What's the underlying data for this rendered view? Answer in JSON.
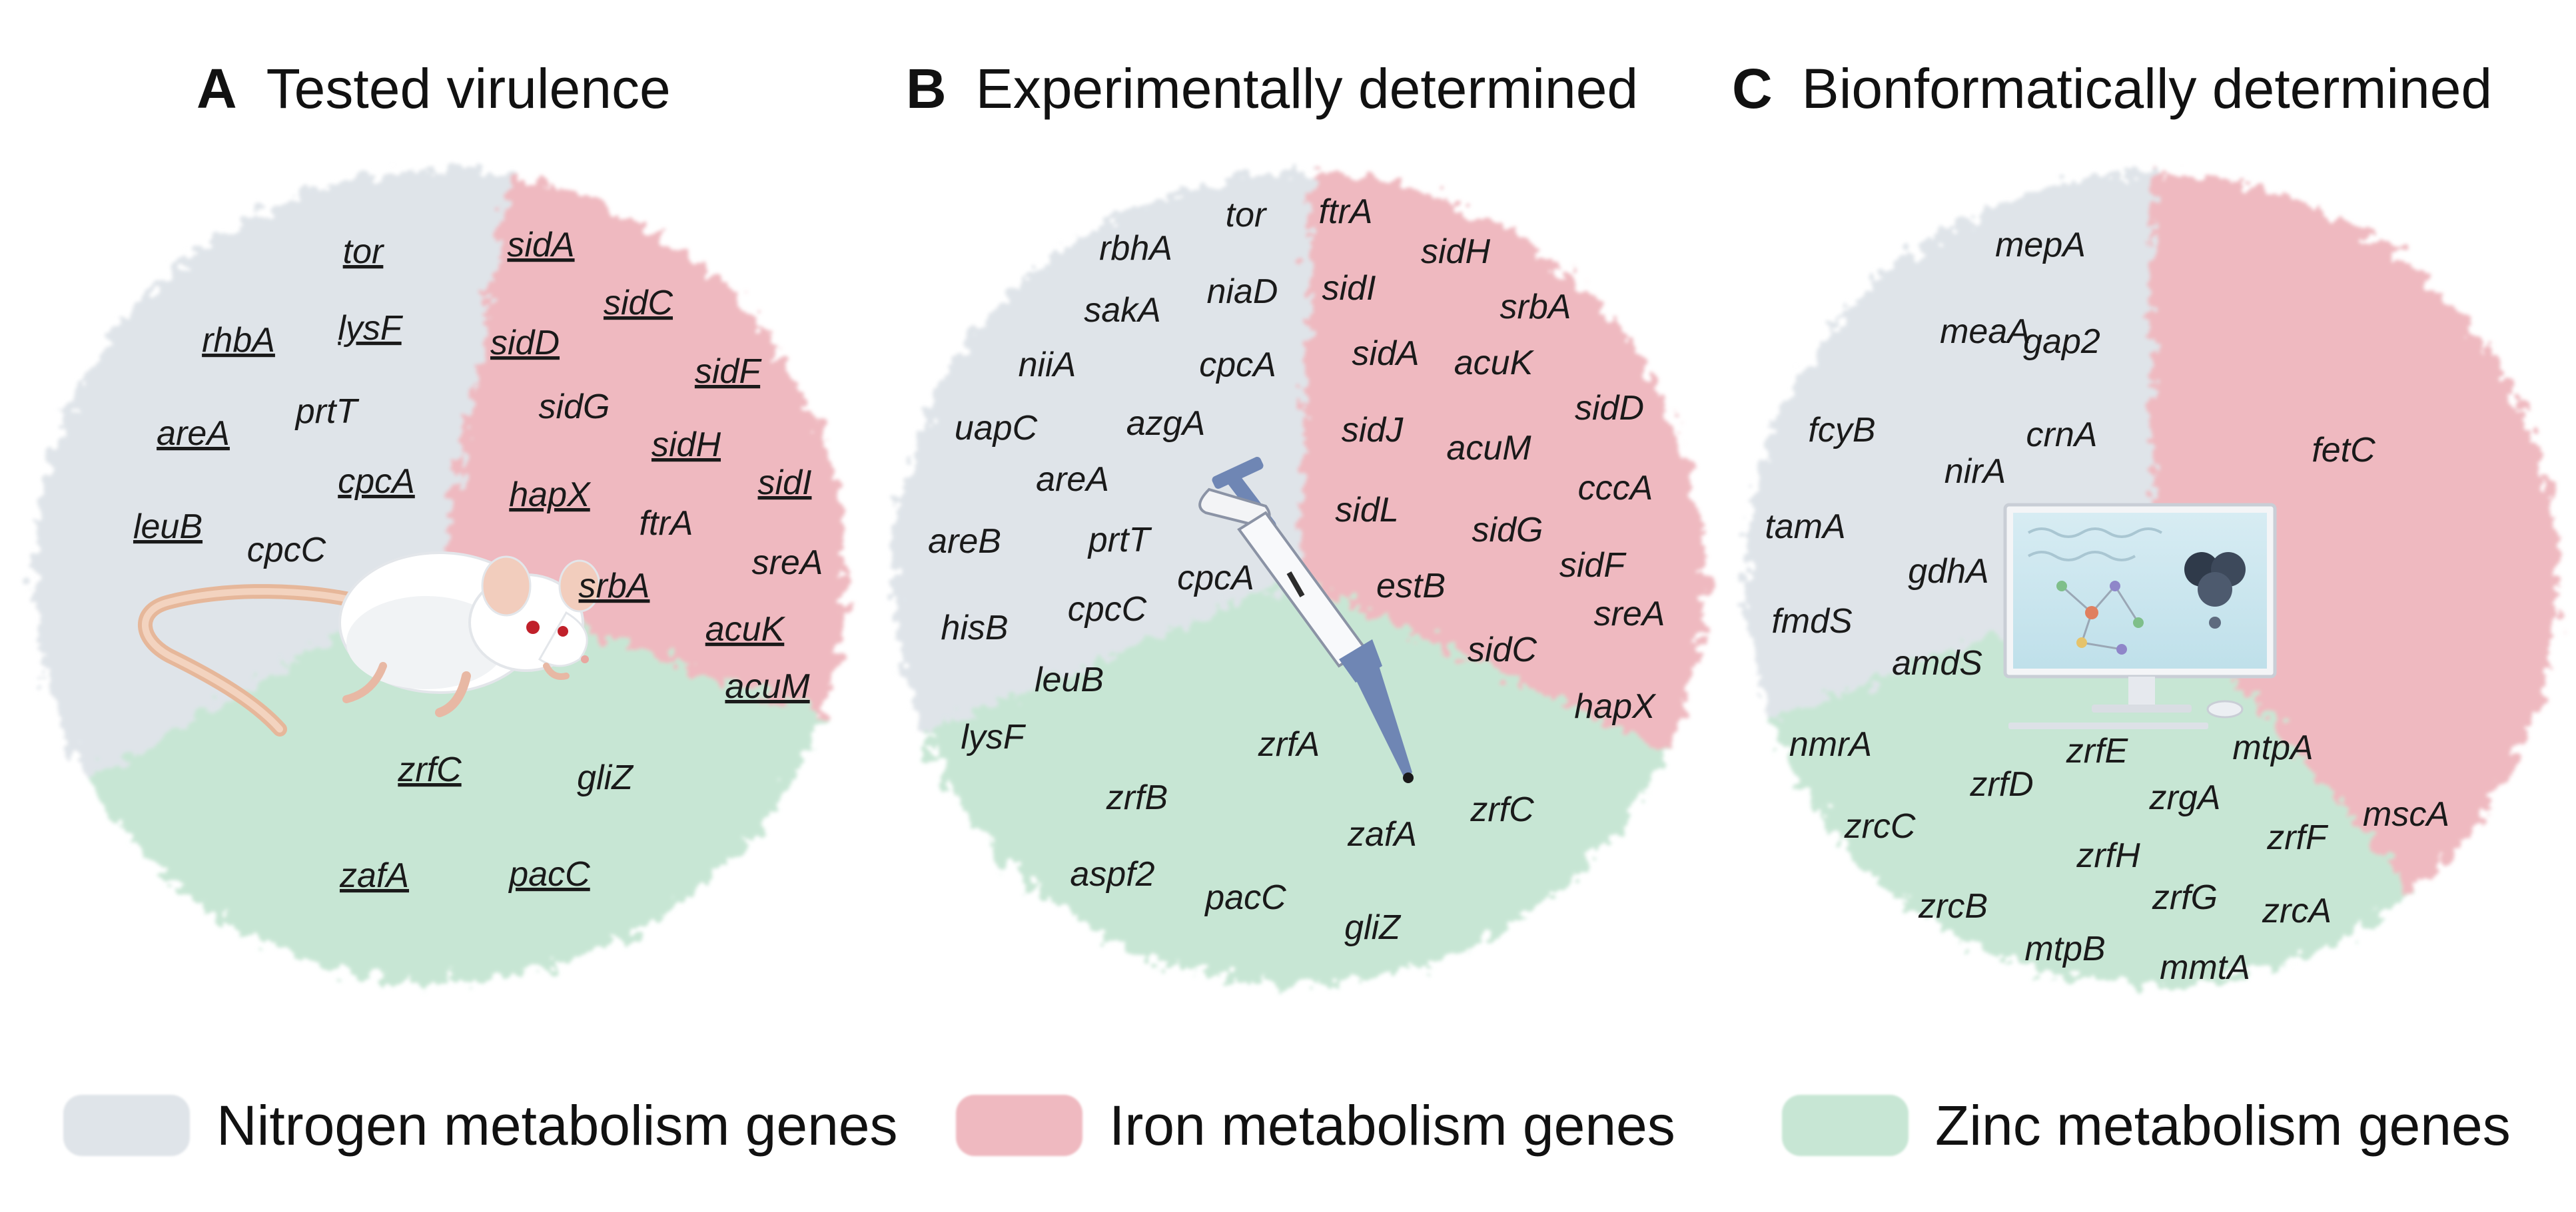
{
  "colors": {
    "nitrogen": "#dfe4e9",
    "iron": "#efb9c0",
    "zinc": "#c7e6d4",
    "text": "#1a1a1a"
  },
  "panels": [
    {
      "letter": "A",
      "title": "Tested virulence",
      "illustration": "mouse-icon",
      "genes": {
        "nitrogen": [
          {
            "name": "tor",
            "ul": true
          },
          {
            "name": "rhbA",
            "ul": true
          },
          {
            "name": "lysF",
            "ul": true
          },
          {
            "name": "prtT",
            "ul": false
          },
          {
            "name": "areA",
            "ul": true
          },
          {
            "name": "cpcA",
            "ul": true
          },
          {
            "name": "leuB",
            "ul": true
          },
          {
            "name": "cpcC",
            "ul": false
          }
        ],
        "iron": [
          {
            "name": "sidA",
            "ul": true
          },
          {
            "name": "sidC",
            "ul": true
          },
          {
            "name": "sidD",
            "ul": true
          },
          {
            "name": "sidF",
            "ul": true
          },
          {
            "name": "sidG",
            "ul": false
          },
          {
            "name": "sidH",
            "ul": true
          },
          {
            "name": "hapX",
            "ul": true
          },
          {
            "name": "sidI",
            "ul": true
          },
          {
            "name": "ftrA",
            "ul": false
          },
          {
            "name": "sreA",
            "ul": false
          },
          {
            "name": "srbA",
            "ul": true
          },
          {
            "name": "acuK",
            "ul": true
          },
          {
            "name": "acuM",
            "ul": true
          }
        ],
        "zinc": [
          {
            "name": "zrfC",
            "ul": true
          },
          {
            "name": "gliZ",
            "ul": false
          },
          {
            "name": "zafA",
            "ul": true
          },
          {
            "name": "pacC",
            "ul": true
          }
        ]
      }
    },
    {
      "letter": "B",
      "title": "Experimentally determined",
      "illustration": "pipette-icon",
      "genes": {
        "nitrogen": [
          {
            "name": "tor"
          },
          {
            "name": "rbhA"
          },
          {
            "name": "sakA"
          },
          {
            "name": "niaD"
          },
          {
            "name": "niiA"
          },
          {
            "name": "cpcA"
          },
          {
            "name": "uapC"
          },
          {
            "name": "azgA"
          },
          {
            "name": "areA"
          },
          {
            "name": "areB"
          },
          {
            "name": "prtT"
          },
          {
            "name": "cpcA"
          },
          {
            "name": "hisB"
          },
          {
            "name": "cpcC"
          },
          {
            "name": "leuB"
          },
          {
            "name": "lysF"
          }
        ],
        "iron": [
          {
            "name": "ftrA"
          },
          {
            "name": "sidH"
          },
          {
            "name": "sidI"
          },
          {
            "name": "srbA"
          },
          {
            "name": "sidA"
          },
          {
            "name": "acuK"
          },
          {
            "name": "sidD"
          },
          {
            "name": "sidJ"
          },
          {
            "name": "acuM"
          },
          {
            "name": "cccA"
          },
          {
            "name": "sidL"
          },
          {
            "name": "sidG"
          },
          {
            "name": "sidF"
          },
          {
            "name": "estB"
          },
          {
            "name": "sreA"
          },
          {
            "name": "sidC"
          },
          {
            "name": "hapX"
          }
        ],
        "zinc": [
          {
            "name": "zrfA"
          },
          {
            "name": "zrfB"
          },
          {
            "name": "zrfC"
          },
          {
            "name": "zafA"
          },
          {
            "name": "aspf2"
          },
          {
            "name": "pacC"
          },
          {
            "name": "gliZ"
          }
        ]
      }
    },
    {
      "letter": "C",
      "title": "Bionformatically determined",
      "illustration": "computer-icon",
      "genes": {
        "nitrogen": [
          {
            "name": "mepA"
          },
          {
            "name": "meaA"
          },
          {
            "name": "gap2"
          },
          {
            "name": "fcyB"
          },
          {
            "name": "crnA"
          },
          {
            "name": "nirA"
          },
          {
            "name": "tamA"
          },
          {
            "name": "gdhA"
          },
          {
            "name": "fmdS"
          },
          {
            "name": "amdS"
          },
          {
            "name": "nmrA"
          }
        ],
        "iron": [
          {
            "name": "fetC"
          }
        ],
        "zinc": [
          {
            "name": "zrfE"
          },
          {
            "name": "mtpA"
          },
          {
            "name": "zrfD"
          },
          {
            "name": "zrgA"
          },
          {
            "name": "mscA"
          },
          {
            "name": "zrcC"
          },
          {
            "name": "zrfF"
          },
          {
            "name": "zrfH"
          },
          {
            "name": "zrcB"
          },
          {
            "name": "zrfG"
          },
          {
            "name": "zrcA"
          },
          {
            "name": "mtpB"
          },
          {
            "name": "mmtA"
          }
        ]
      }
    }
  ],
  "legend": [
    {
      "key": "nitrogen",
      "label": "Nitrogen metabolism genes"
    },
    {
      "key": "iron",
      "label": "Iron metabolism genes"
    },
    {
      "key": "zinc",
      "label": "Zinc metabolism genes"
    }
  ]
}
